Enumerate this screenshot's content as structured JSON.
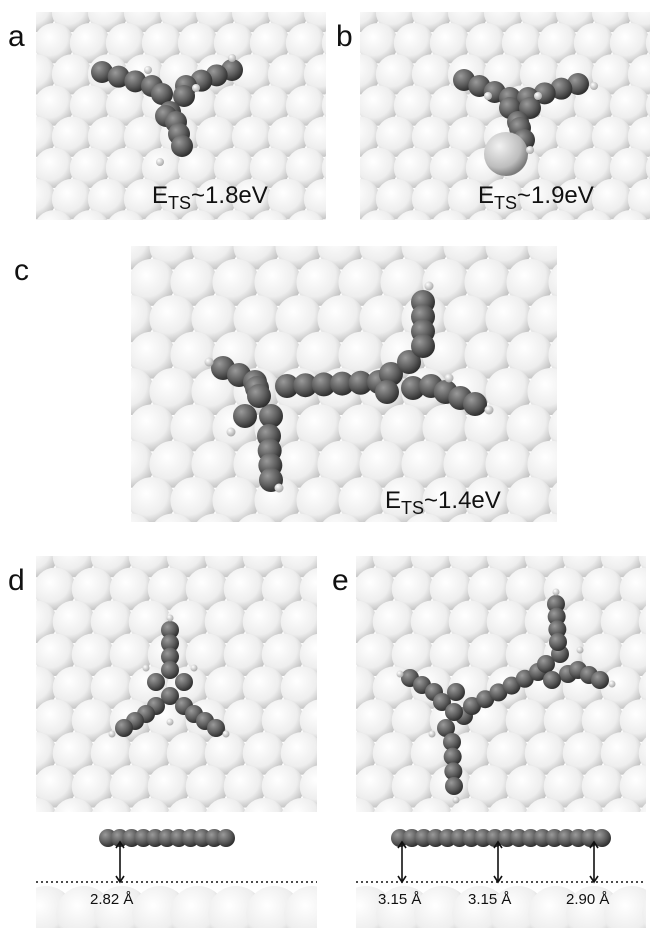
{
  "panels": {
    "a": {
      "letter": "a",
      "energy_label": {
        "prefix": "E",
        "subscript": "TS",
        "value": "~1.8eV"
      }
    },
    "b": {
      "letter": "b",
      "energy_label": {
        "prefix": "E",
        "subscript": "TS",
        "value": "~1.9eV"
      }
    },
    "c": {
      "letter": "c",
      "energy_label": {
        "prefix": "E",
        "subscript": "TS",
        "value": "~1.4eV"
      }
    },
    "d": {
      "letter": "d",
      "distances": [
        "2.82 Å"
      ]
    },
    "e": {
      "letter": "e",
      "distances": [
        "3.15 Å",
        "3.15 Å",
        "2.90 Å"
      ]
    }
  },
  "colors": {
    "surface_atom": "#eeeeee",
    "carbon_atom": "#5d5d5d",
    "hydrogen_atom": "#e4e4e4",
    "adatom": "#bdbdbd"
  }
}
